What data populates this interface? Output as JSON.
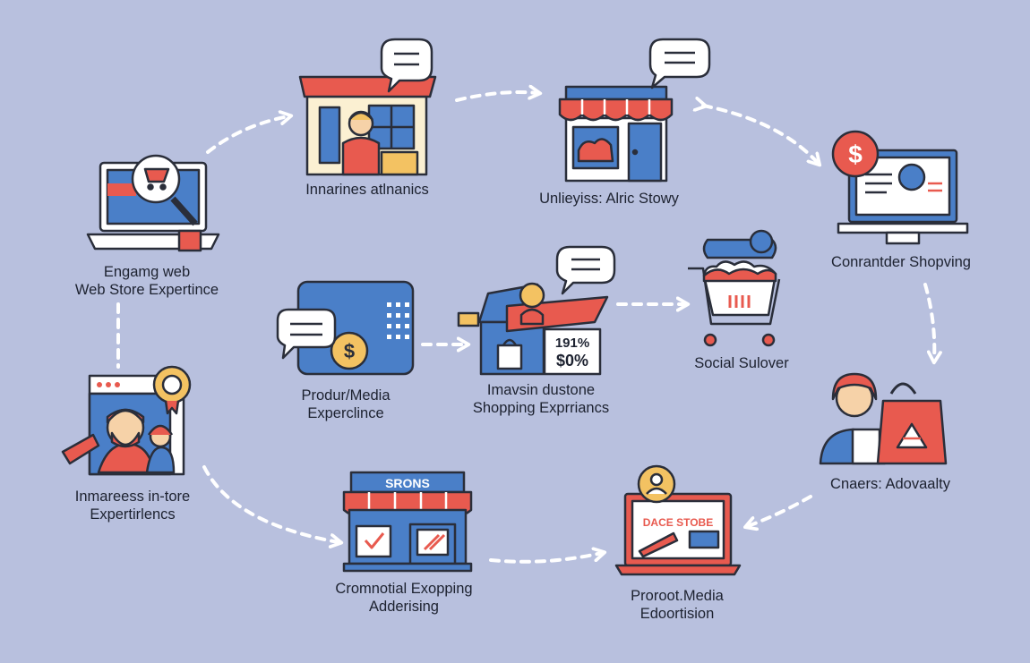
{
  "colors": {
    "background": "#b8c0de",
    "blue": "#4a7fc8",
    "red": "#e85a4f",
    "yellow": "#f3c262",
    "outline": "#2a2e3a",
    "cream": "#fbf0d2"
  },
  "nodes": [
    {
      "id": "web-store",
      "icon": "laptop-magnifier-cart-icon",
      "lines": [
        "Engamg web",
        "Web Store Expertince"
      ]
    },
    {
      "id": "storefront-staff",
      "icon": "storefront-clerk-icon",
      "lines": [
        "Innarines atlnanics"
      ]
    },
    {
      "id": "awning-shop",
      "icon": "awning-shop-icon",
      "lines": [
        "Unlieyiss: Alric Stowy"
      ]
    },
    {
      "id": "consumer-shopping",
      "icon": "laptop-dollar-icon",
      "lines": [
        "Conrantder Shopving"
      ]
    },
    {
      "id": "product-media",
      "icon": "media-device-icon",
      "lines": [
        "Produr/Media",
        "Experclince"
      ]
    },
    {
      "id": "immersive-store",
      "icon": "discount-store-icon",
      "lines": [
        "Imavsin dustone",
        "Shopping Exprriancs"
      ]
    },
    {
      "id": "social-cart",
      "icon": "shopping-cart-icon",
      "lines": [
        "Social Sulover"
      ]
    },
    {
      "id": "instore-experience",
      "icon": "browser-people-icon",
      "lines": [
        "Inmareess in-tore",
        "Expertirlencs"
      ]
    },
    {
      "id": "promotional-shop",
      "icon": "promo-shop-icon",
      "lines": [
        "Cromnotial Exopping",
        "Adderising"
      ]
    },
    {
      "id": "product-media-ad",
      "icon": "laptop-ad-icon",
      "lines": [
        "Proroot.Media",
        "Edoortision"
      ]
    },
    {
      "id": "customer-advocacy",
      "icon": "customer-bag-icon",
      "lines": [
        "Cnaers: Adovaalty"
      ]
    }
  ],
  "icon_text": {
    "promo_sign": "SRONS",
    "discount_top": "191%",
    "discount_bottom": "$0%",
    "ad_banner": "DACE STOBE",
    "currency_symbol": "$"
  }
}
